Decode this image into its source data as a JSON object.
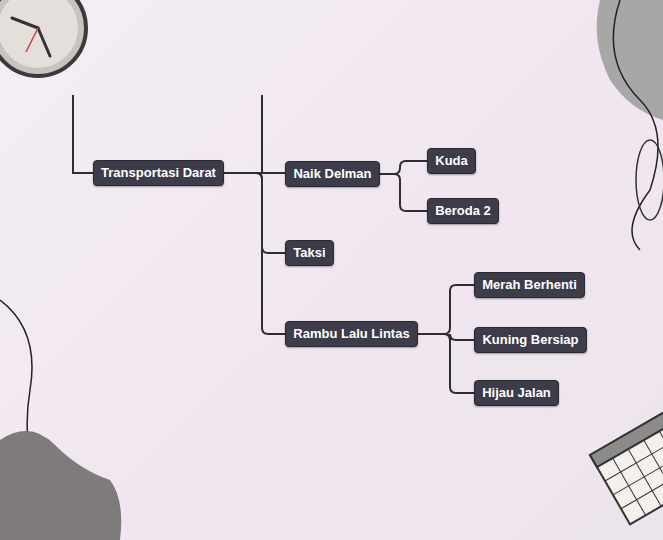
{
  "diagram": {
    "nodes": [
      {
        "text": [
          "Transportasi Darat"
        ]
      },
      {
        "text": [
          "Naik Delman"
        ]
      },
      {
        "text": [
          "Kuda"
        ]
      },
      {
        "text": [
          "Beroda 2"
        ]
      },
      {
        "text": [
          "Taksi"
        ]
      },
      {
        "text": [
          "Rambu Lalu Lintas"
        ]
      },
      {
        "text": [
          "Merah Berhenti"
        ]
      },
      {
        "text": [
          "Kuning Bersiap"
        ]
      },
      {
        "text": [
          "Hijau Jalan"
        ]
      }
    ],
    "edges": [
      {
        "from": 0,
        "to": 1,
        "arrow": "none"
      },
      {
        "from": 0,
        "to": 4,
        "arrow": "none"
      },
      {
        "from": 0,
        "to": 5,
        "arrow": "none"
      },
      {
        "from": 1,
        "to": 2,
        "arrow": "none"
      },
      {
        "from": 1,
        "to": 3,
        "arrow": "none"
      },
      {
        "from": 5,
        "to": 6,
        "arrow": "none"
      },
      {
        "from": 5,
        "to": 7,
        "arrow": "none"
      },
      {
        "from": 5,
        "to": 8,
        "arrow": "none"
      }
    ]
  }
}
